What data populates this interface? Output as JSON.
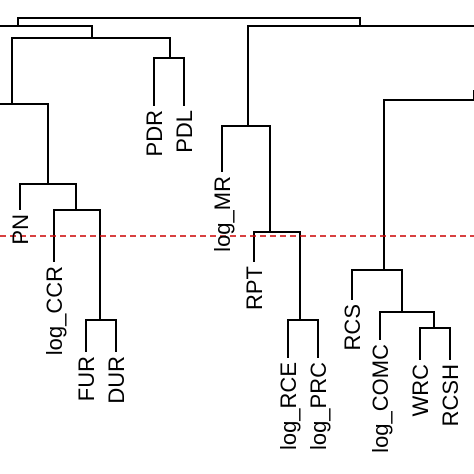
{
  "diagram": {
    "type": "dendrogram",
    "cut_line_color": "#cc0000",
    "branch_color": "#000000",
    "leaves": [
      {
        "key": "PN",
        "label": "PN"
      },
      {
        "key": "log_CCR",
        "label": "log_CCR"
      },
      {
        "key": "FUR",
        "label": "FUR"
      },
      {
        "key": "DUR",
        "label": "DUR"
      },
      {
        "key": "PDR",
        "label": "PDR"
      },
      {
        "key": "PDL",
        "label": "PDL"
      },
      {
        "key": "log_MR",
        "label": "log_MR"
      },
      {
        "key": "RPT",
        "label": "RPT"
      },
      {
        "key": "log_RCE",
        "label": "log_RCE"
      },
      {
        "key": "log_PRC",
        "label": "log_PRC"
      },
      {
        "key": "RCS",
        "label": "RCS"
      },
      {
        "key": "log_COMC",
        "label": "log_COMC"
      },
      {
        "key": "WRC",
        "label": "WRC"
      },
      {
        "key": "RCSH",
        "label": "RCSH"
      }
    ]
  }
}
